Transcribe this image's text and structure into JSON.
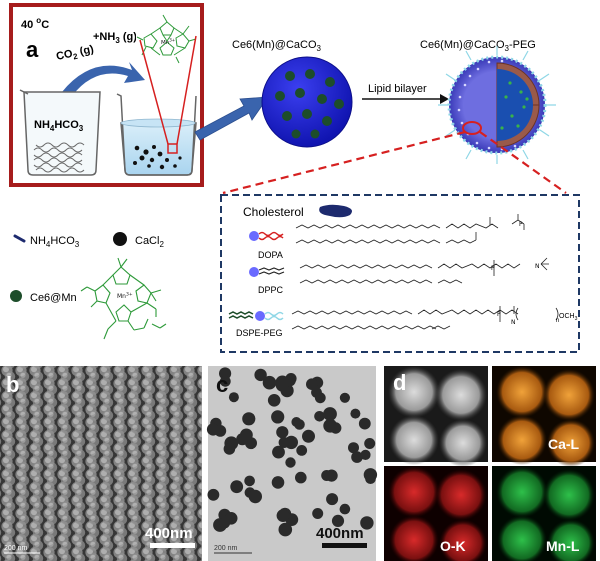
{
  "panel_a": {
    "letter": "a",
    "temperature_value": "40 ",
    "temperature_sup": "o",
    "temperature_unit": "C",
    "reagent_beaker_label": "NH",
    "reagent_beaker_sub": "4",
    "reagent_beaker_tail": "HCO",
    "reagent_beaker_sub2": "3",
    "gas_co2": "CO",
    "gas_co2_sub": "2",
    "gas_co2_state": " (g)",
    "gas_nh3": "+NH",
    "gas_nh3_sub": "3",
    "gas_nh3_state": " (g)",
    "metal_center": "Mn",
    "metal_center_charge": "3+"
  },
  "particle1_label": "Ce6(Mn)@CaCO",
  "particle1_sub": "3",
  "particle2_label": "Ce6(Mn)@CaCO",
  "particle2_sub": "3",
  "particle2_tail": "-PEG",
  "lipid_bilayer_label": "Lipid bilayer",
  "legend": {
    "nh4hco3": "NH",
    "nh4hco3_sub": "4",
    "nh4hco3_tail": "HCO",
    "nh4hco3_sub2": "3",
    "cacl2": "CaCl",
    "cacl2_sub": "2",
    "ce6mn": "Ce6@Mn",
    "mn_label": "Mn",
    "mn_charge": "3+"
  },
  "lipids": {
    "cholesterol": "Cholesterol",
    "dopa": "DOPA",
    "dppc": "DPPC",
    "dspe_peg": "DSPE-PEG",
    "peg_tail": "OCH",
    "peg_tail_sub": "3",
    "peg_n": "n"
  },
  "panel_b": {
    "letter": "b",
    "scale": "400nm",
    "instrument_text": "200 nm"
  },
  "panel_c": {
    "letter": "c",
    "scale": "400nm",
    "instrument_text": "200 nm"
  },
  "panel_d": {
    "letter": "d",
    "ca": "Ca-L",
    "o": "O-K",
    "mn": "Mn-L"
  },
  "colors": {
    "frame_red": "#a61c1c",
    "particle_blue": "#1e22d6",
    "dot_green": "#1d4d2a",
    "arrow_blue": "#3a64ad",
    "dashed_red": "#d62020",
    "dashed_navy": "#1f3864",
    "porphyrin_green": "#2e9a3a",
    "ca_orange": "#e88a1c",
    "o_red": "#c82020",
    "mn_green": "#23a040"
  }
}
